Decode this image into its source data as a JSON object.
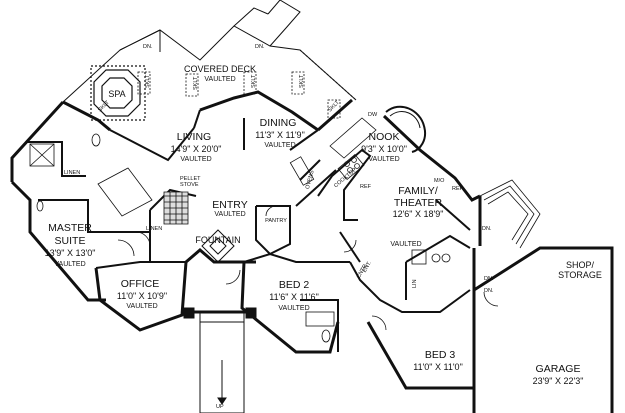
{
  "rooms": {
    "covered_deck": {
      "name": "COVERED DECK",
      "note": "VAULTED"
    },
    "spa": {
      "name": "SPA"
    },
    "living": {
      "name": "LIVING",
      "size": "14'9\" X 20'0\"",
      "note": "VAULTED"
    },
    "dining": {
      "name": "DINING",
      "size": "11'3\" X 11'9\"",
      "note": "VAULTED"
    },
    "nook": {
      "name": "NOOK",
      "size": "9'3\" X 10'0\"",
      "note": "VAULTED"
    },
    "family": {
      "name": "FAMILY/",
      "name2": "THEATER",
      "size": "12'6\" X 18'9\"",
      "note": "VAULTED"
    },
    "entry": {
      "name": "ENTRY",
      "note": "VAULTED"
    },
    "fountain": {
      "name": "FOUNTAIN"
    },
    "pantry": {
      "name": "PANTRY"
    },
    "master": {
      "name": "MASTER",
      "name2": "SUITE",
      "size": "13'9\" X 13'0\"",
      "note": "VAULTED"
    },
    "office": {
      "name": "OFFICE",
      "size": "11'0\" X 10'9\"",
      "note": "VAULTED"
    },
    "bed2": {
      "name": "BED 2",
      "size": "11'6\" X 11'6\"",
      "note": "VAULTED"
    },
    "bed3": {
      "name": "BED 3",
      "size": "11'0\" X 11'0\""
    },
    "garage": {
      "name": "GARAGE",
      "size": "23'9\" X 22'3\""
    },
    "shop": {
      "name": "SHOP/",
      "name2": "STORAGE"
    }
  },
  "small_labels": {
    "linen": "LINEN",
    "linen2": "LINEN",
    "lin": "LIN",
    "pellet_stove": "PELLET",
    "pellet_stove2": "STOVE",
    "ovens": "OVENS",
    "cooktop": "COOKTOP",
    "ref": "REF",
    "ref2": "REF",
    "dw": "DW",
    "mw": "M/O",
    "ent_cntr": "ENT.",
    "ent_cntr2": "CNTR",
    "sklt": "SKLT",
    "dn": "DN.",
    "up": "UP"
  }
}
